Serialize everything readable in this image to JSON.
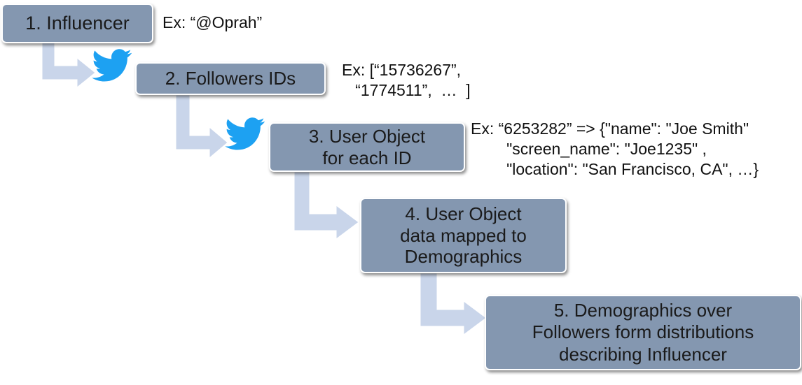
{
  "steps": [
    {
      "label": "1. Influencer"
    },
    {
      "label": "2. Followers IDs"
    },
    {
      "label": "3. User Object\nfor each ID"
    },
    {
      "label": "4. User Object\ndata mapped to\nDemographics"
    },
    {
      "label": "5. Demographics over\nFollowers form distributions\ndescribing Influencer"
    }
  ],
  "examples": {
    "ex1": "Ex: “@Oprah”",
    "ex2": "Ex: [“15736267”,\n   “1774511”,  …  ]",
    "ex3": "Ex: “6253282” => {\"name\": \"Joe Smith\"\n        \"screen_name\": \"Joe1235\" ,\n        \"location\": \"San Francisco, CA\", …}"
  },
  "icons": {
    "bird": "twitter-bird-icon"
  },
  "colors": {
    "box_fill": "#8497b0",
    "arrow_fill": "#c9d5ea",
    "bird": "#1da1f2"
  }
}
